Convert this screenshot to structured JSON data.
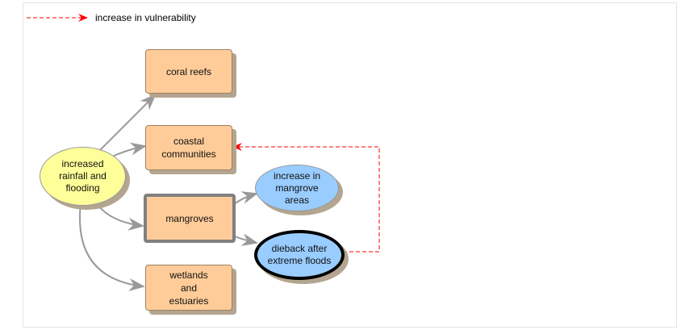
{
  "legend": {
    "label": "increase in vulnerability",
    "color": "#ff0000"
  },
  "nodes": {
    "driver": "increased rainfall and flooding",
    "coral": "coral reefs",
    "coastal": "coastal communities",
    "mangroves": "mangroves",
    "wetlands": "wetlands and estuaries",
    "increase": "increase in mangrove areas",
    "dieback": "dieback after extreme floods"
  },
  "colors": {
    "box": "#ffcc99",
    "driver": "#ffff99",
    "outcome": "#99ccff",
    "edge": "#999999"
  }
}
